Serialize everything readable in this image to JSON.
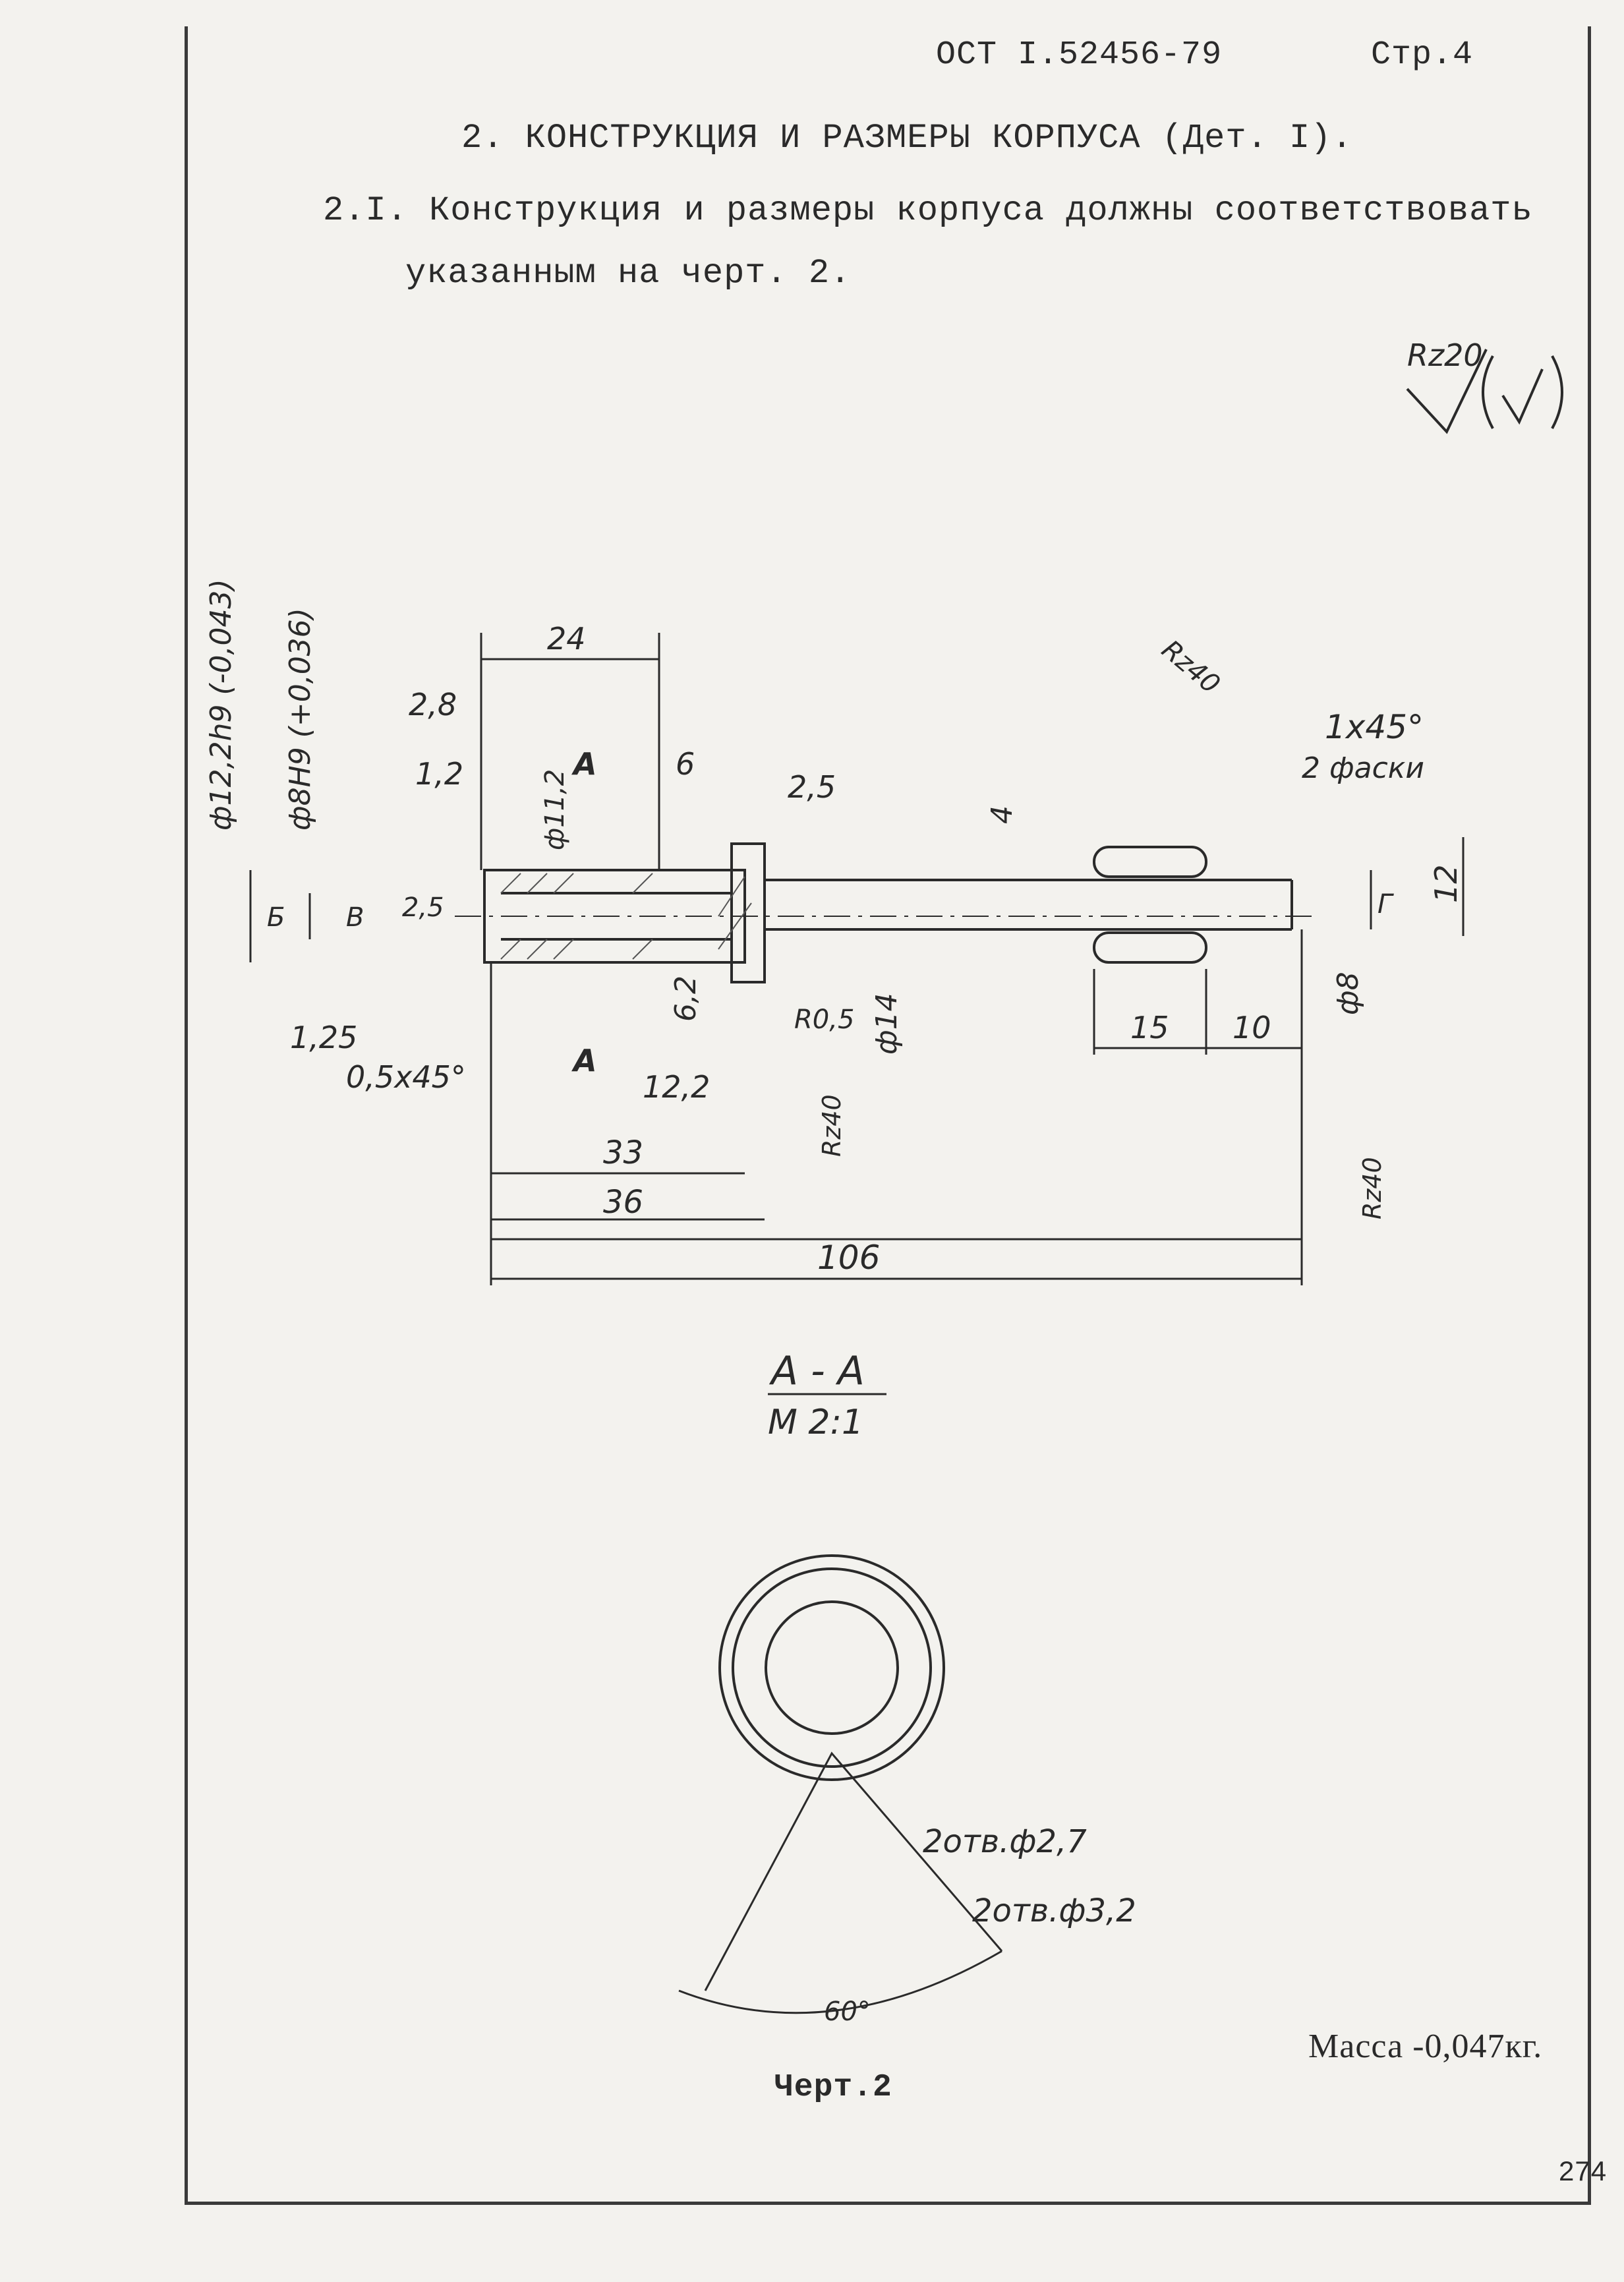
{
  "header": {
    "doc_code": "ОСТ I.52456-79",
    "page_label": "Стр.4"
  },
  "section": {
    "title": "2. КОНСТРУКЦИЯ И РАЗМЕРЫ КОРПУСА (Дет. I).",
    "clause_line1": "2.I. Конструкция и размеры корпуса должны соответствовать",
    "clause_line2": "указанным на черт.  2."
  },
  "drawing": {
    "roughness_general": "Rz20",
    "roughness_rz40": "Rz40",
    "dims": {
      "d_outer": "ф12,2h9 (-0,043)",
      "d_inner": "ф8H9 (+0,036)",
      "d24": "24",
      "d28": "2,8",
      "d12": "1,2",
      "d_phi112": "ф11,2",
      "d6": "6",
      "d25a": "2,5",
      "d25b": "2,5",
      "d4": "4",
      "chamfer_right": "1x45°",
      "chamfer_note": "2 фаски",
      "d12r": "12",
      "d125": "1,25",
      "chamfer_left": "0,5x45°",
      "d62": "6,2",
      "r05": "R0,5",
      "phi14": "ф14",
      "d122": "12,2",
      "d33": "33",
      "d36": "36",
      "d106": "106",
      "d15": "15",
      "d10": "10",
      "phi8": "ф8",
      "label_B": "Б",
      "label_V": "В",
      "label_G": "Г",
      "label_A": "А"
    },
    "section_view": {
      "title": "А - А",
      "scale": "М 2:1",
      "hole1": "2отв.ф2,7",
      "hole2": "2отв.ф3,2",
      "angle": "60°"
    }
  },
  "footer": {
    "mass": "Масса -0,047кг.",
    "figure_caption": "Черт.2",
    "page_number": "274"
  }
}
